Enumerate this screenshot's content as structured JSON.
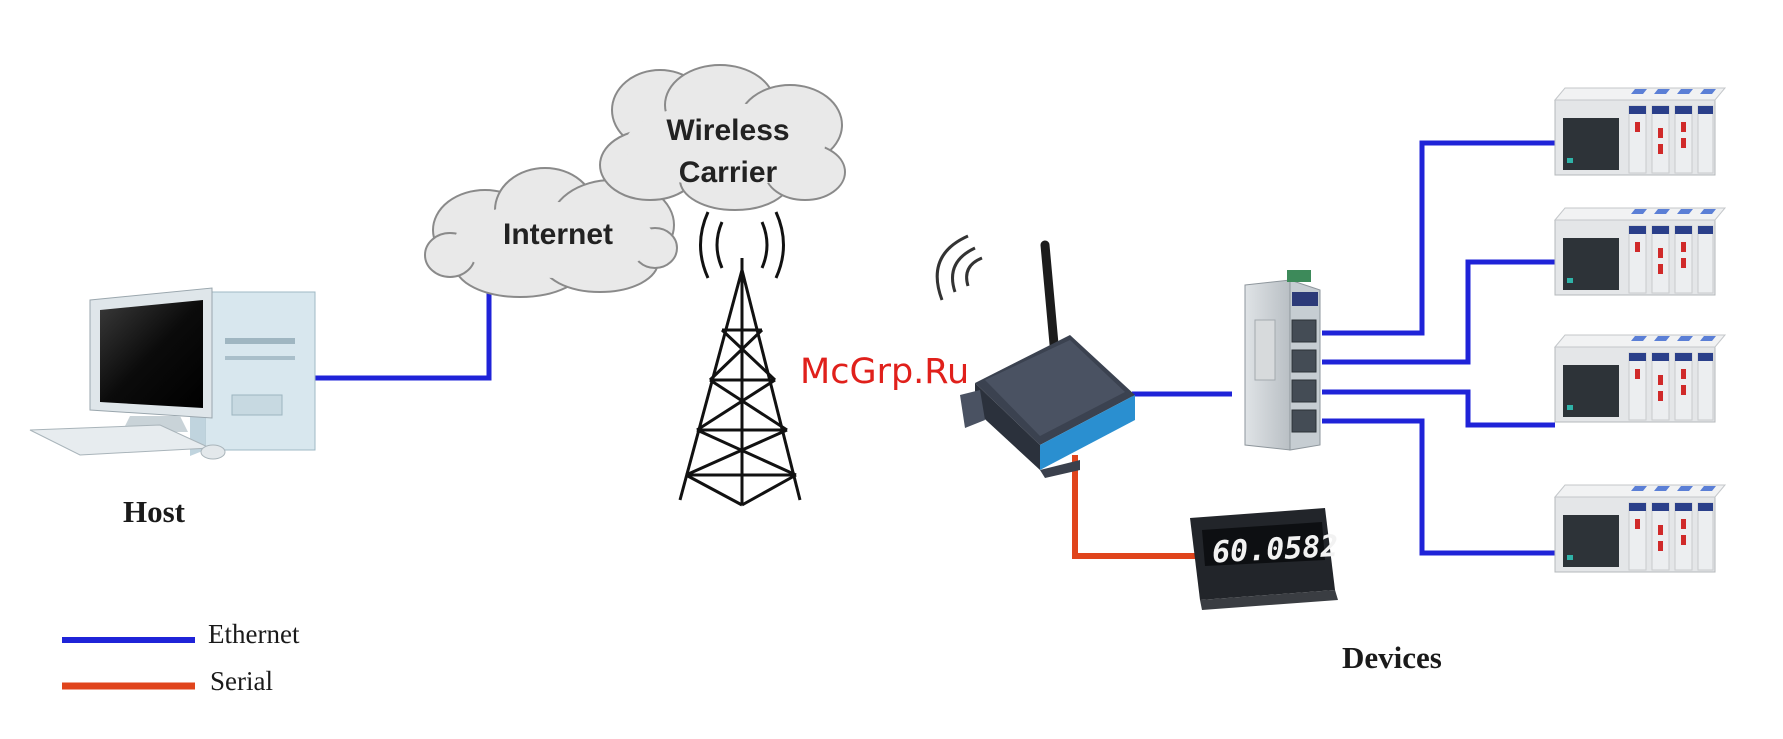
{
  "labels": {
    "internet": "Internet",
    "wireless_line1": "Wireless",
    "wireless_line2": "Carrier",
    "host": "Host",
    "devices": "Devices",
    "watermark": "McGrp.Ru",
    "meter_display": "60.0582"
  },
  "legend": [
    {
      "label": "Ethernet",
      "color": "#1f23d8"
    },
    {
      "label": "Serial",
      "color": "#e0441c"
    }
  ],
  "colors": {
    "ethernet": "#1f23d8",
    "serial": "#e0441c",
    "cloud_fill": "#e9e9e9",
    "modem_accent": "#2a8fd0"
  },
  "icons": {
    "host": "desktop-computer-icon",
    "tower": "cell-tower-icon",
    "modem": "wireless-modem-icon",
    "switch": "ethernet-switch-icon",
    "meter": "digital-meter-icon",
    "plc": "plc-device-icon"
  }
}
